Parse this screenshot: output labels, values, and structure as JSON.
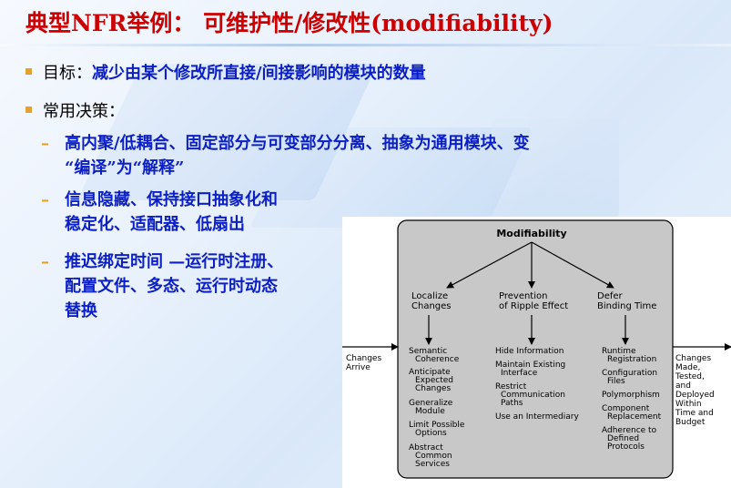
{
  "title": "典型NFR举例： 可维护性/修改性(modifiability)",
  "bullets": [
    {
      "label": "目标：",
      "text": "减少由某个修改所直接/间接影响的模块的数量"
    },
    {
      "label": "常用决策："
    }
  ],
  "sub_items": [
    {
      "lines": [
        "高内聚/低耦合、固定部分与可变部分分离、抽象为通用模块、变",
        "“编译”为“解释”"
      ]
    },
    {
      "lines": [
        "信息隐藏、保持接口抽象化和",
        "稳定化、适配器、低扇出"
      ]
    },
    {
      "lines": [
        "推迟绑定时间 —运行时注册、",
        "配置文件、多态、运行时动态",
        "替换"
      ]
    }
  ],
  "diagram": {
    "title": "Modifiability",
    "input_label": [
      "Changes",
      "Arrive"
    ],
    "output_label": [
      "Changes",
      "Made,",
      "Tested,",
      "and",
      "Deployed",
      "Within",
      "Time and",
      "Budget"
    ],
    "columns": [
      {
        "heading": [
          "Localize",
          "Changes"
        ],
        "items": [
          [
            "Semantic",
            "Coherence"
          ],
          [
            "Anticipate",
            "Expected",
            "Changes"
          ],
          [
            "Generalize",
            "Module"
          ],
          [
            "Limit Possible",
            "Options"
          ],
          [
            "Abstract",
            "Common",
            "Services"
          ]
        ]
      },
      {
        "heading": [
          "Prevention",
          "of Ripple Effect"
        ],
        "items": [
          [
            "Hide Information"
          ],
          [
            "Maintain Existing",
            "Interface"
          ],
          [
            "Restrict",
            "Communication",
            "Paths"
          ],
          [
            "Use an Intermediary"
          ]
        ]
      },
      {
        "heading": [
          "Defer",
          "Binding Time"
        ],
        "items": [
          [
            "Runtime",
            "Registration"
          ],
          [
            "Configuration",
            "Files"
          ],
          [
            "Polymorphism"
          ],
          [
            "Component",
            "Replacement"
          ],
          [
            "Adherence to",
            "Defined",
            "Protocols"
          ]
        ]
      }
    ]
  },
  "colors": {
    "title": "#cc0000",
    "text_blue": "#0b1fc4",
    "bullet_mark": "#e6a030",
    "diagram_box": "#c8c8c8"
  }
}
